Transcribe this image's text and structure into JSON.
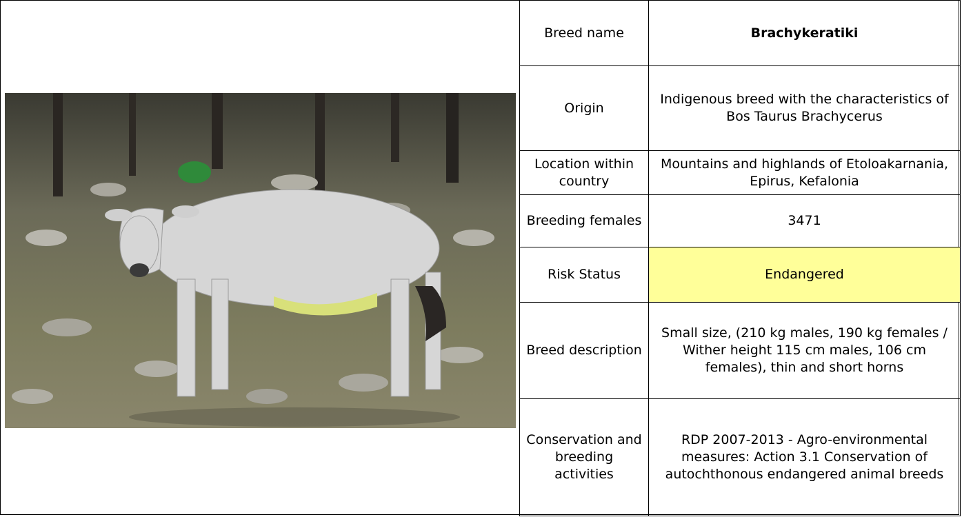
{
  "photo": {
    "icon": "cow-photo"
  },
  "rows": [
    {
      "label": "Breed name",
      "value": "Brachykeratiki"
    },
    {
      "label": "Origin",
      "value": "Indigenous breed with the characteristics of Bos Taurus Brachycerus"
    },
    {
      "label": "Location within country",
      "value": "Mountains and highlands of Etoloakarnania, Epirus, Kefalonia"
    },
    {
      "label": "Breeding females",
      "value": "3471"
    },
    {
      "label": "Risk Status",
      "value": "Endangered"
    },
    {
      "label": "Breed description",
      "value": "Small size, (210 kg males, 190 kg females / Wither height 115 cm males, 106 cm females), thin and short horns"
    },
    {
      "label": "Conservation and breeding activities",
      "value": "RDP 2007-2013 - Agro-environmental measures: Action 3.1 Conservation of autochthonous endangered animal breeds"
    }
  ],
  "colors": {
    "risk_highlight": "#ffff99"
  }
}
